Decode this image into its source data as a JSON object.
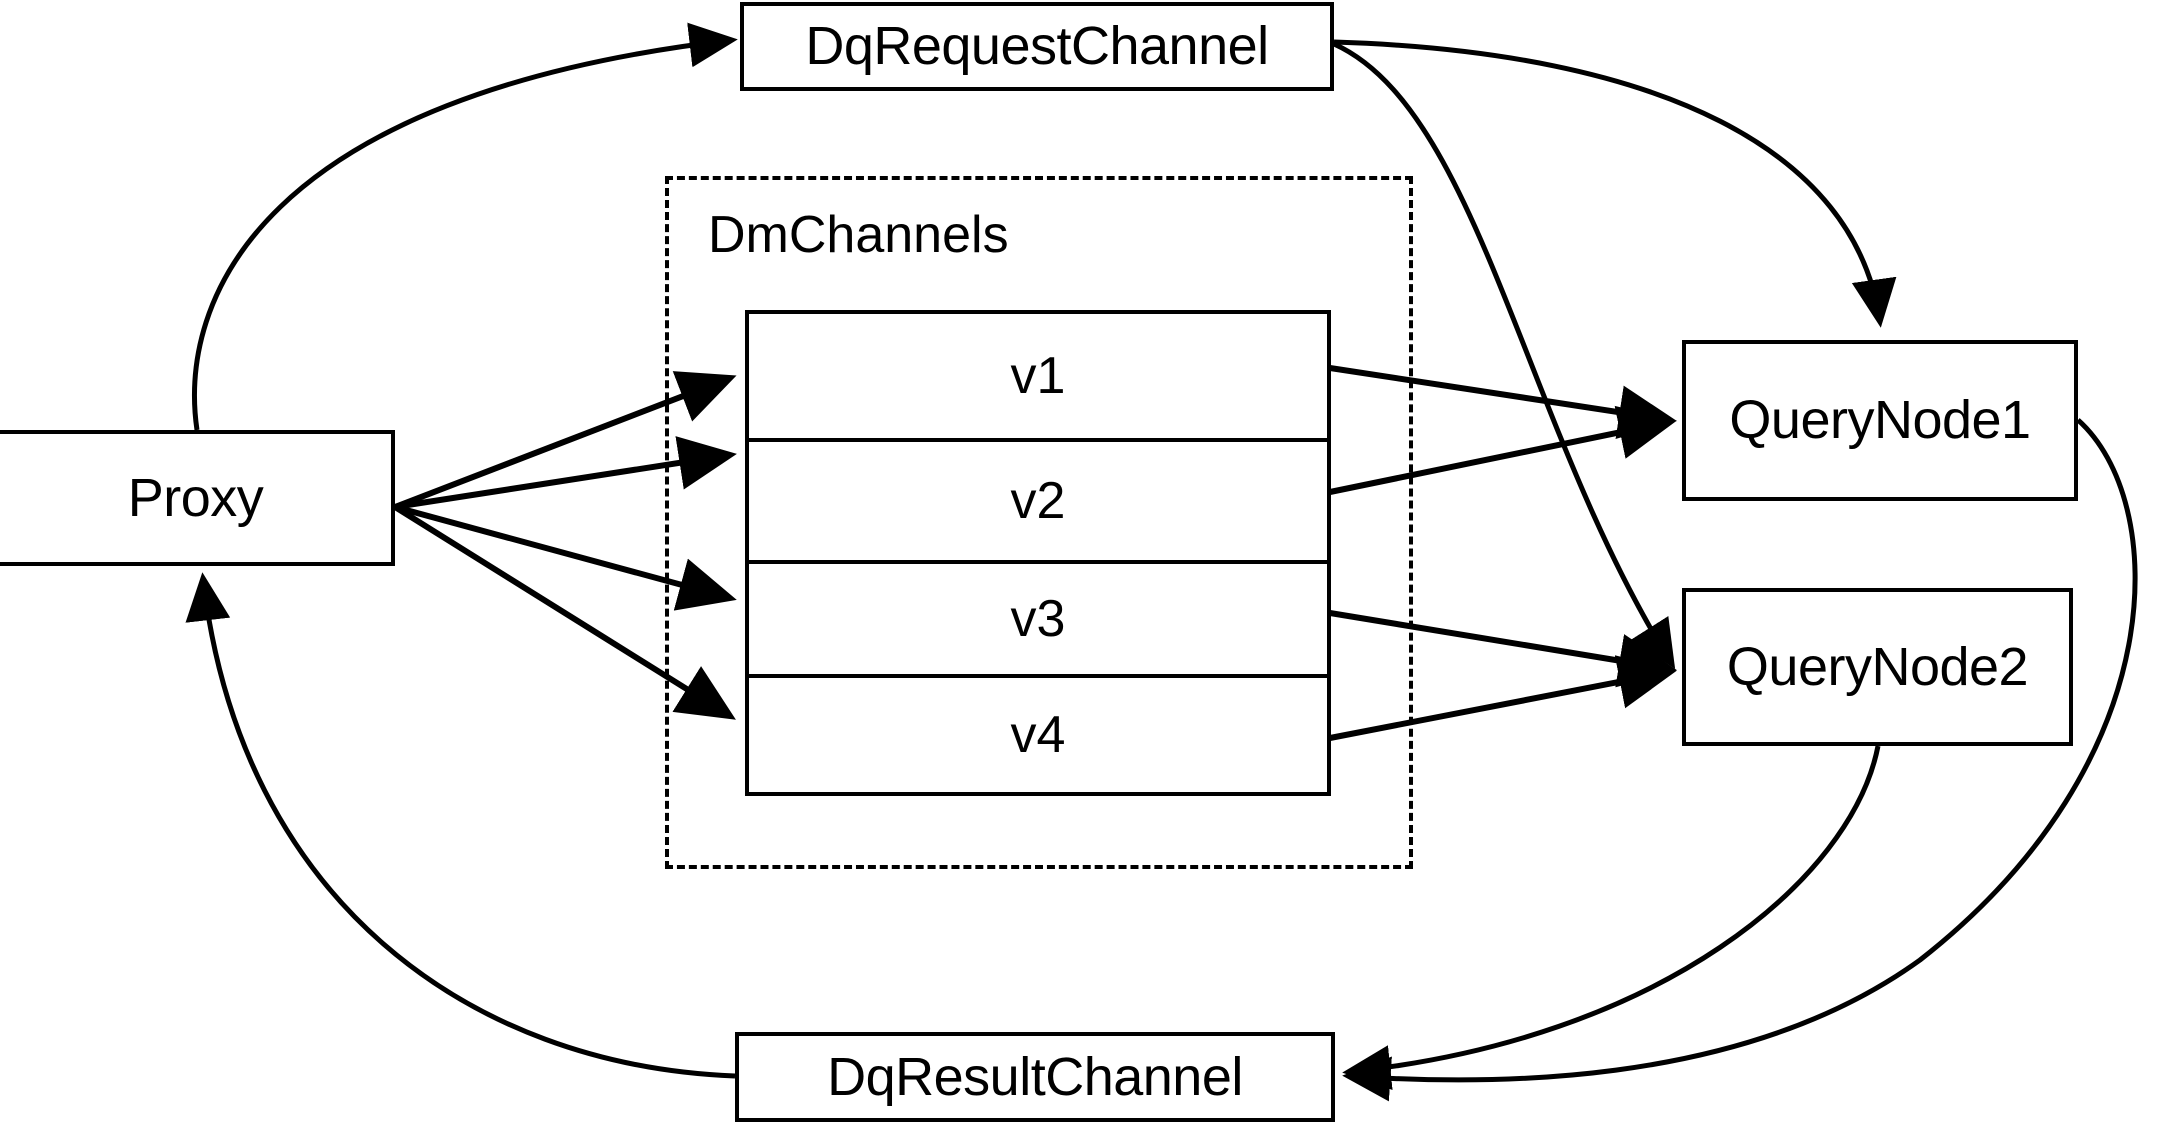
{
  "diagram": {
    "title": "Milvus distributed query flow",
    "background_color": "#ffffff",
    "stroke_color": "#000000",
    "nodes": {
      "proxy": {
        "label": "Proxy"
      },
      "dq_request_channel": {
        "label": "DqRequestChannel"
      },
      "dq_result_channel": {
        "label": "DqResultChannel"
      },
      "query_node_1": {
        "label": "QueryNode1"
      },
      "query_node_2": {
        "label": "QueryNode2"
      }
    },
    "group": {
      "dm_channels": {
        "label": "DmChannels",
        "border_style": "dashed",
        "channels": [
          {
            "label": "v1"
          },
          {
            "label": "v2"
          },
          {
            "label": "v3"
          },
          {
            "label": "v4"
          }
        ]
      }
    },
    "edges": [
      {
        "from": "Proxy",
        "to": "DqRequestChannel",
        "style": "curved",
        "arrow": "to"
      },
      {
        "from": "Proxy",
        "to": "v1",
        "style": "straight",
        "arrow": "to"
      },
      {
        "from": "Proxy",
        "to": "v2",
        "style": "straight",
        "arrow": "to"
      },
      {
        "from": "Proxy",
        "to": "v3",
        "style": "straight",
        "arrow": "to"
      },
      {
        "from": "Proxy",
        "to": "v4",
        "style": "straight",
        "arrow": "to"
      },
      {
        "from": "DqRequestChannel",
        "to": "QueryNode1",
        "style": "curved",
        "arrow": "to"
      },
      {
        "from": "DqRequestChannel",
        "to": "QueryNode2",
        "style": "curved",
        "arrow": "to"
      },
      {
        "from": "v1",
        "to": "QueryNode1",
        "style": "straight",
        "arrow": "to"
      },
      {
        "from": "v2",
        "to": "QueryNode1",
        "style": "straight",
        "arrow": "to"
      },
      {
        "from": "v3",
        "to": "QueryNode2",
        "style": "straight",
        "arrow": "to"
      },
      {
        "from": "v4",
        "to": "QueryNode2",
        "style": "straight",
        "arrow": "to"
      },
      {
        "from": "QueryNode1",
        "to": "DqResultChannel",
        "style": "curved",
        "arrow": "to"
      },
      {
        "from": "QueryNode2",
        "to": "DqResultChannel",
        "style": "curved",
        "arrow": "to"
      },
      {
        "from": "DqResultChannel",
        "to": "Proxy",
        "style": "curved",
        "arrow": "to"
      }
    ]
  }
}
